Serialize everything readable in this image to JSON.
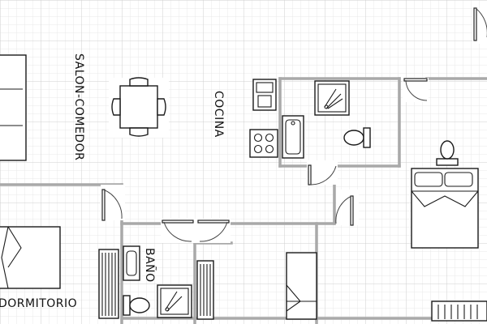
{
  "labels": {
    "living_dining": "SALON-COMEDOR",
    "kitchen": "COCINA",
    "bathroom": "BAÑO",
    "bedroom": "DORMITORIO"
  },
  "colors": {
    "background": "#ffffff",
    "grid_minor": "#e4e4e4",
    "grid_major": "#cfcfcf",
    "wall": "#a9a9a9",
    "fixture_stroke": "#1a1a1a",
    "text": "#111111"
  }
}
